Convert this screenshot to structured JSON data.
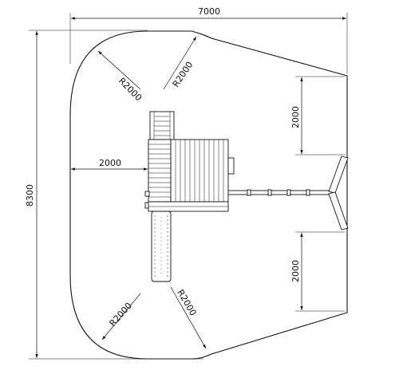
{
  "drawing": {
    "overall_width": "7000",
    "overall_height": "8300",
    "radius_top_left": "R2000",
    "radius_top_right": "R2000",
    "radius_bottom_left": "R2000",
    "radius_bottom_right": "R2000",
    "clearance_left": "2000",
    "clearance_right_top": "2000",
    "clearance_right_bottom": "2000"
  }
}
